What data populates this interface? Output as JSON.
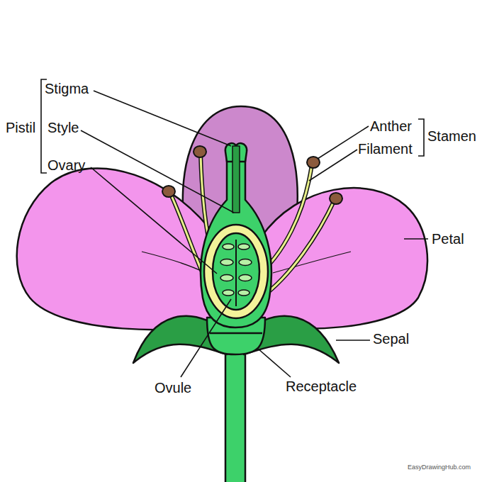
{
  "diagram": {
    "labels": [
      "Stigma",
      "Style",
      "Ovary",
      "Pistil",
      "Anther",
      "Filament",
      "Stamen",
      "Petal",
      "Sepal",
      "Ovule",
      "Receptacle",
      "EasyDrawingHub.com"
    ]
  }
}
